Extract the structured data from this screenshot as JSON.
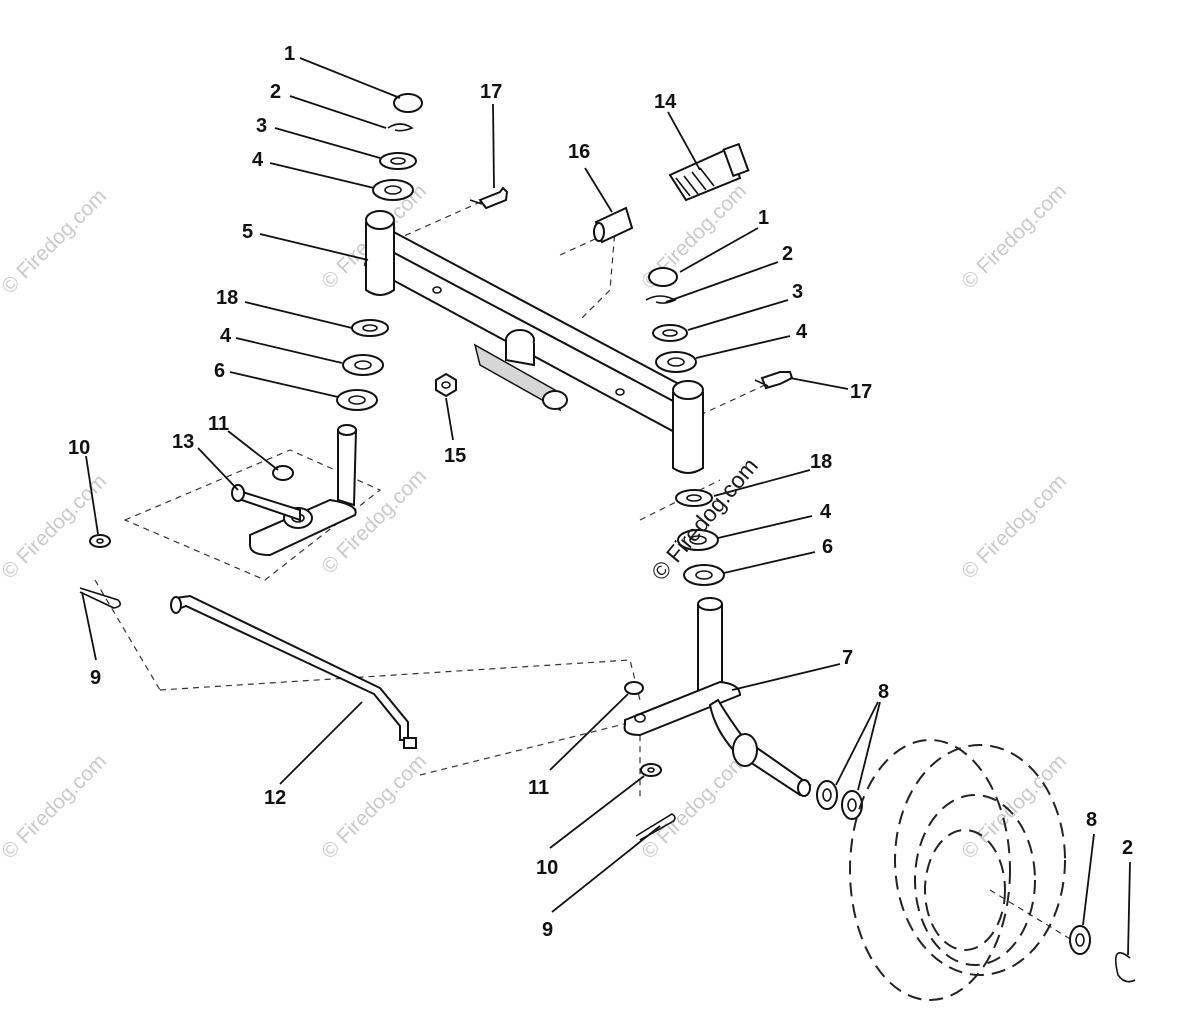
{
  "diagram": {
    "callouts": {
      "c1a": "1",
      "c2a": "2",
      "c3a": "3",
      "c4a": "4",
      "c5": "5",
      "c18a": "18",
      "c4b": "4",
      "c6a": "6",
      "c11a": "11",
      "c13": "13",
      "c10a": "10",
      "c9a": "9",
      "c12": "12",
      "c17a": "17",
      "c16": "16",
      "c14": "14",
      "c15": "15",
      "c1b": "1",
      "c2b": "2",
      "c3b": "3",
      "c4c": "4",
      "c17b": "17",
      "c18b": "18",
      "c4d": "4",
      "c6b": "6",
      "c7": "7",
      "c8a": "8",
      "c11b": "11",
      "c10b": "10",
      "c9b": "9",
      "c8b": "8",
      "c2c": "2"
    },
    "watermark": "© Firedog.com",
    "watermark_main": "© Firedog.com"
  }
}
